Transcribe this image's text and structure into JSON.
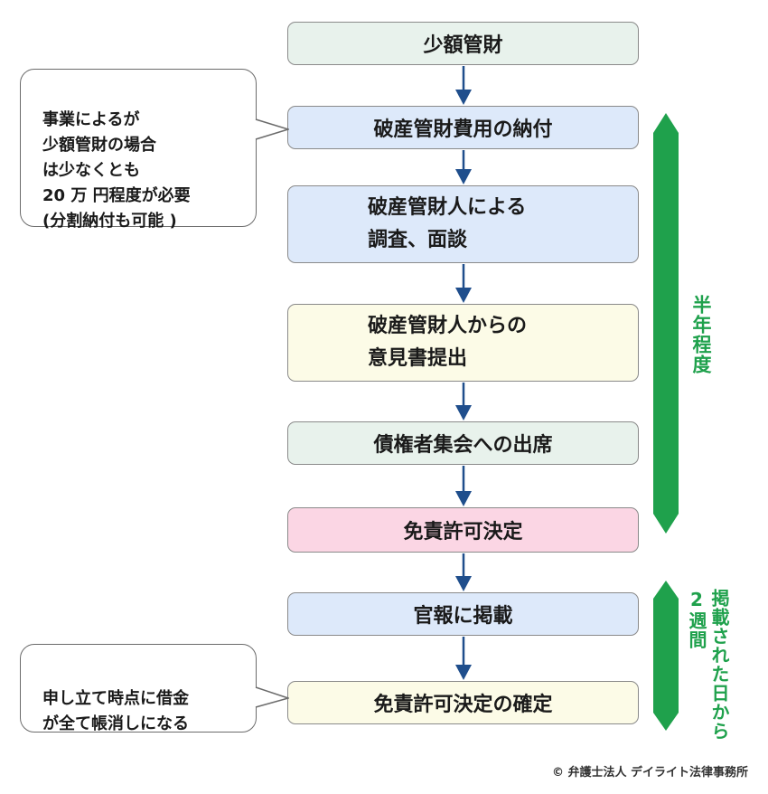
{
  "steps": [
    {
      "label": "少額管財"
    },
    {
      "label": "破産管財費用の納付"
    },
    {
      "label": "破産管財人による\n調査、面談"
    },
    {
      "label": "破産管財人からの\n意見書提出"
    },
    {
      "label": "債権者集会への出席"
    },
    {
      "label": "免責許可決定"
    },
    {
      "label": "官報に掲載"
    },
    {
      "label": "免責許可決定の確定"
    }
  ],
  "notes": {
    "fee": "事業によるが\n少額管財の場合\nは少なくとも\n20 万 円程度が必要\n(分割納付も可能 )",
    "debt": "申し立て時点に借金\nが全て帳消しになる"
  },
  "durations": {
    "half_year": "半年程度",
    "two_weeks": "掲載された日から2週間"
  },
  "copyright": "© 弁護士法人 デイライト法律事務所",
  "colors": {
    "green_box": "#e8f2ec",
    "blue_box": "#dde9fa",
    "yellow_box": "#fcfbe7",
    "pink_box": "#fbd6e4",
    "arrow": "#1f4e8c",
    "duration_green": "#1fa14c"
  }
}
